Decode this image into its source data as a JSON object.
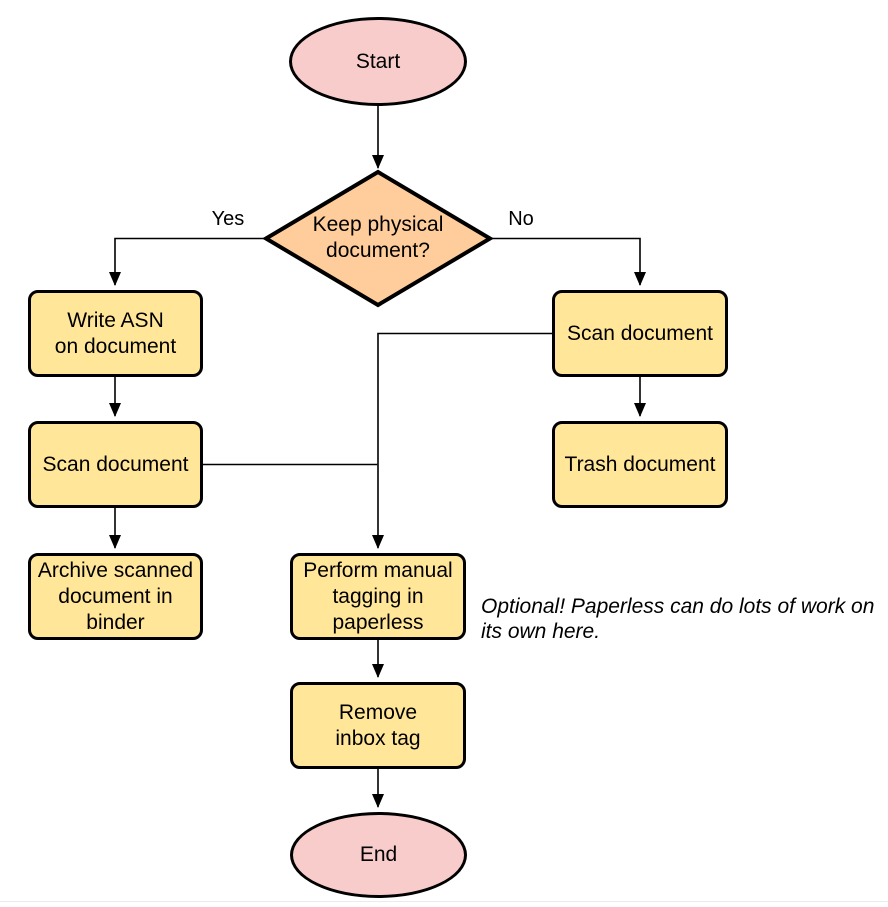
{
  "diagram": {
    "type": "flowchart",
    "colors": {
      "background": "#FFFFFF",
      "terminal_fill": "#F9CCCC",
      "decision_fill": "#FFCD9C",
      "process_fill": "#FFE699",
      "stroke": "#000000",
      "text": "#000000",
      "bottom_edge": "#E9EBED"
    },
    "nodes": {
      "start": {
        "shape": "ellipse",
        "lines": [
          "Start"
        ]
      },
      "decision": {
        "shape": "diamond",
        "lines": [
          "Keep physical",
          "document?"
        ]
      },
      "write_asn": {
        "shape": "process",
        "lines": [
          "Write ASN",
          "on document"
        ]
      },
      "scan_left": {
        "shape": "process",
        "lines": [
          "Scan document"
        ]
      },
      "archive": {
        "shape": "process",
        "lines": [
          "Archive scanned",
          "document in",
          "binder"
        ]
      },
      "scan_right": {
        "shape": "process",
        "lines": [
          "Scan document"
        ]
      },
      "trash": {
        "shape": "process",
        "lines": [
          "Trash document"
        ]
      },
      "tagging": {
        "shape": "process",
        "lines": [
          "Perform manual",
          "tagging in",
          "paperless"
        ]
      },
      "remove_inbox": {
        "shape": "process",
        "lines": [
          "Remove",
          "inbox tag"
        ]
      },
      "end": {
        "shape": "ellipse",
        "lines": [
          "End"
        ]
      }
    },
    "edge_labels": {
      "yes": "Yes",
      "no": "No"
    },
    "note": {
      "lines": [
        "Optional! Paperless can do lots of work on",
        "its own here."
      ]
    }
  }
}
